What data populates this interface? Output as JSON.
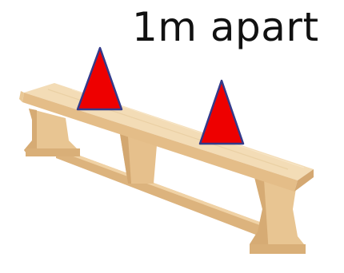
{
  "caption": "1m apart",
  "colors": {
    "bench_top": "#f0d4a8",
    "bench_front": "#e2bb86",
    "bench_shadow": "#cfa371",
    "bench_edge": "#d9b07c",
    "cone_fill": "#ee0000",
    "cone_outline": "#333a8a"
  },
  "icons": {
    "bench": "wooden-gym-bench",
    "markers": "red-cone-markers"
  },
  "marker_count": 2
}
